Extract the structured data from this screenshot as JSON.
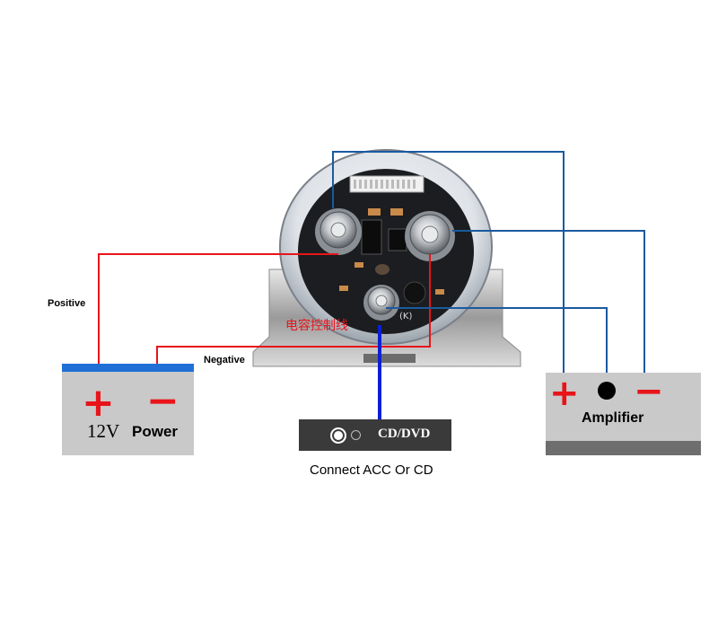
{
  "labels": {
    "positive": "Positive",
    "negative": "Negative",
    "control_wire": "电容控制线",
    "connect": "Connect  ACC Or  CD"
  },
  "battery": {
    "plus": "+",
    "minus": "−",
    "voltage": "12V",
    "name": "Power"
  },
  "amplifier": {
    "plus": "+",
    "minus": "−",
    "name": "Amplifier"
  },
  "cd_unit": {
    "label": "CD/DVD"
  },
  "capacitor": {
    "marking": "(K)"
  },
  "colors": {
    "red_wire": "#e8141a",
    "blue_wire": "#1a5aa0",
    "remote_wire": "#0b1fd4",
    "battery_stripe": "#1f6fd6",
    "box_gray": "#c9c9c9"
  }
}
